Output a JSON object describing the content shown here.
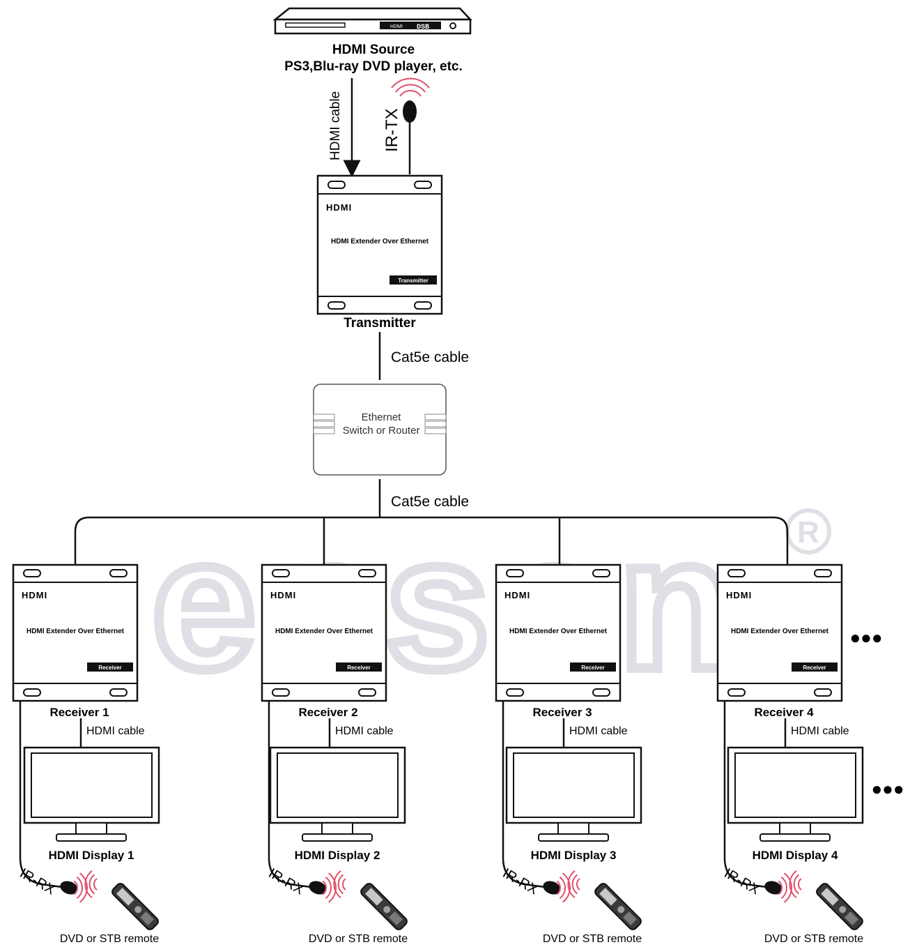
{
  "source": {
    "title": "HDMI Source",
    "subtitle": "PS3,Blu-ray DVD player, etc.",
    "display_text": "DSB",
    "display_small": "HDMI"
  },
  "links": {
    "hdmi_cable_vertical": "HDMI cable",
    "ir_tx": "IR-TX",
    "cat5e_top": "Cat5e cable",
    "cat5e_bottom": "Cat5e cable"
  },
  "transmitter": {
    "logo": "HDMI",
    "product": "HDMI Extender Over Ethernet",
    "badge": "Transmitter",
    "caption": "Transmitter"
  },
  "switch": {
    "line1": "Ethernet",
    "line2": "Switch or Router"
  },
  "watermark": {
    "text": "enson",
    "mark": "®"
  },
  "receivers": [
    {
      "logo": "HDMI",
      "product": "HDMI Extender Over Ethernet",
      "badge": "Receiver",
      "caption": "Receiver 1",
      "cable": "HDMI cable",
      "display": "HDMI Display 1",
      "ir": "IR-RX",
      "remote": "DVD or STB remote"
    },
    {
      "logo": "HDMI",
      "product": "HDMI Extender Over Ethernet",
      "badge": "Receiver",
      "caption": "Receiver 2",
      "cable": "HDMI cable",
      "display": "HDMI Display 2",
      "ir": "IR-RX",
      "remote": "DVD or STB remote"
    },
    {
      "logo": "HDMI",
      "product": "HDMI Extender Over Ethernet",
      "badge": "Receiver",
      "caption": "Receiver 3",
      "cable": "HDMI cable",
      "display": "HDMI Display 3",
      "ir": "IR-RX",
      "remote": "DVD or STB remote"
    },
    {
      "logo": "HDMI",
      "product": "HDMI Extender Over Ethernet",
      "badge": "Receiver",
      "caption": "Receiver 4",
      "cable": "HDMI cable",
      "display": "HDMI Display 4",
      "ir": "IR-RX",
      "remote": "DVD or STB remote"
    }
  ],
  "colors": {
    "line": "#111111",
    "ir_wave": "#e0506a",
    "watermark": "#dcdce4"
  },
  "more_indicator": "●●●"
}
